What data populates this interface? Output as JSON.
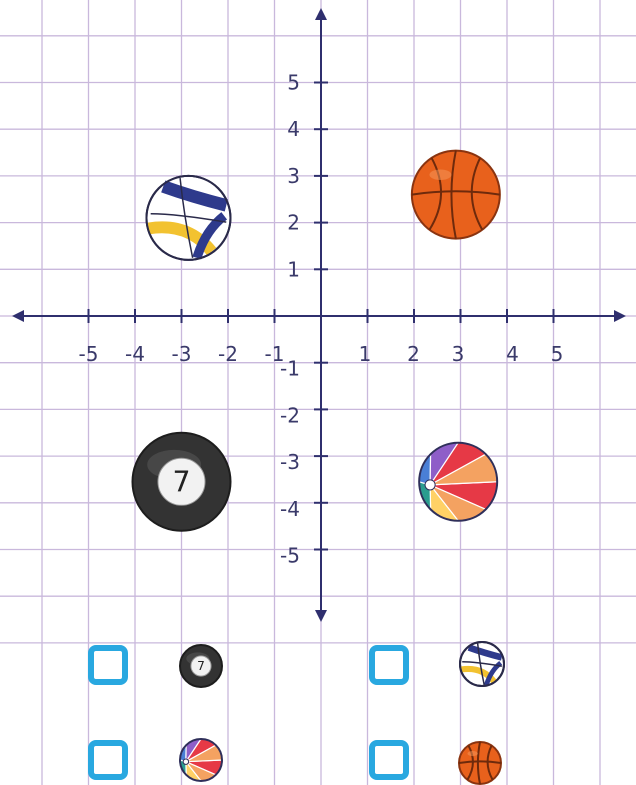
{
  "plane": {
    "x_tick_labels": [
      "-5",
      "-4",
      "-3",
      "-2",
      "-1",
      "1",
      "2",
      "3",
      "4",
      "5"
    ],
    "y_tick_labels": [
      "5",
      "4",
      "3",
      "2",
      "1",
      "-1",
      "-2",
      "-3",
      "-4",
      "-5"
    ]
  },
  "balls": [
    {
      "type": "volleyball",
      "x": -3,
      "y": 2
    },
    {
      "type": "basketball",
      "x": 3,
      "y": 2.5
    },
    {
      "type": "eight-ball",
      "x": -3,
      "y": -3.5,
      "label": "7"
    },
    {
      "type": "beach-ball",
      "x": 3,
      "y": -3.5
    }
  ],
  "answer_options": [
    {
      "ball": "eight-ball",
      "label": "7"
    },
    {
      "ball": "volleyball"
    },
    {
      "ball": "beach-ball"
    },
    {
      "ball": "basketball"
    }
  ],
  "colors": {
    "grid": "#c9b8dc",
    "axis": "#2f2f6e",
    "checkbox": "#29a8e0",
    "basketball": "#e8611c",
    "volley_blue": "#2e3a8c",
    "volley_yellow": "#f2c230",
    "eight_ball": "#333333"
  }
}
